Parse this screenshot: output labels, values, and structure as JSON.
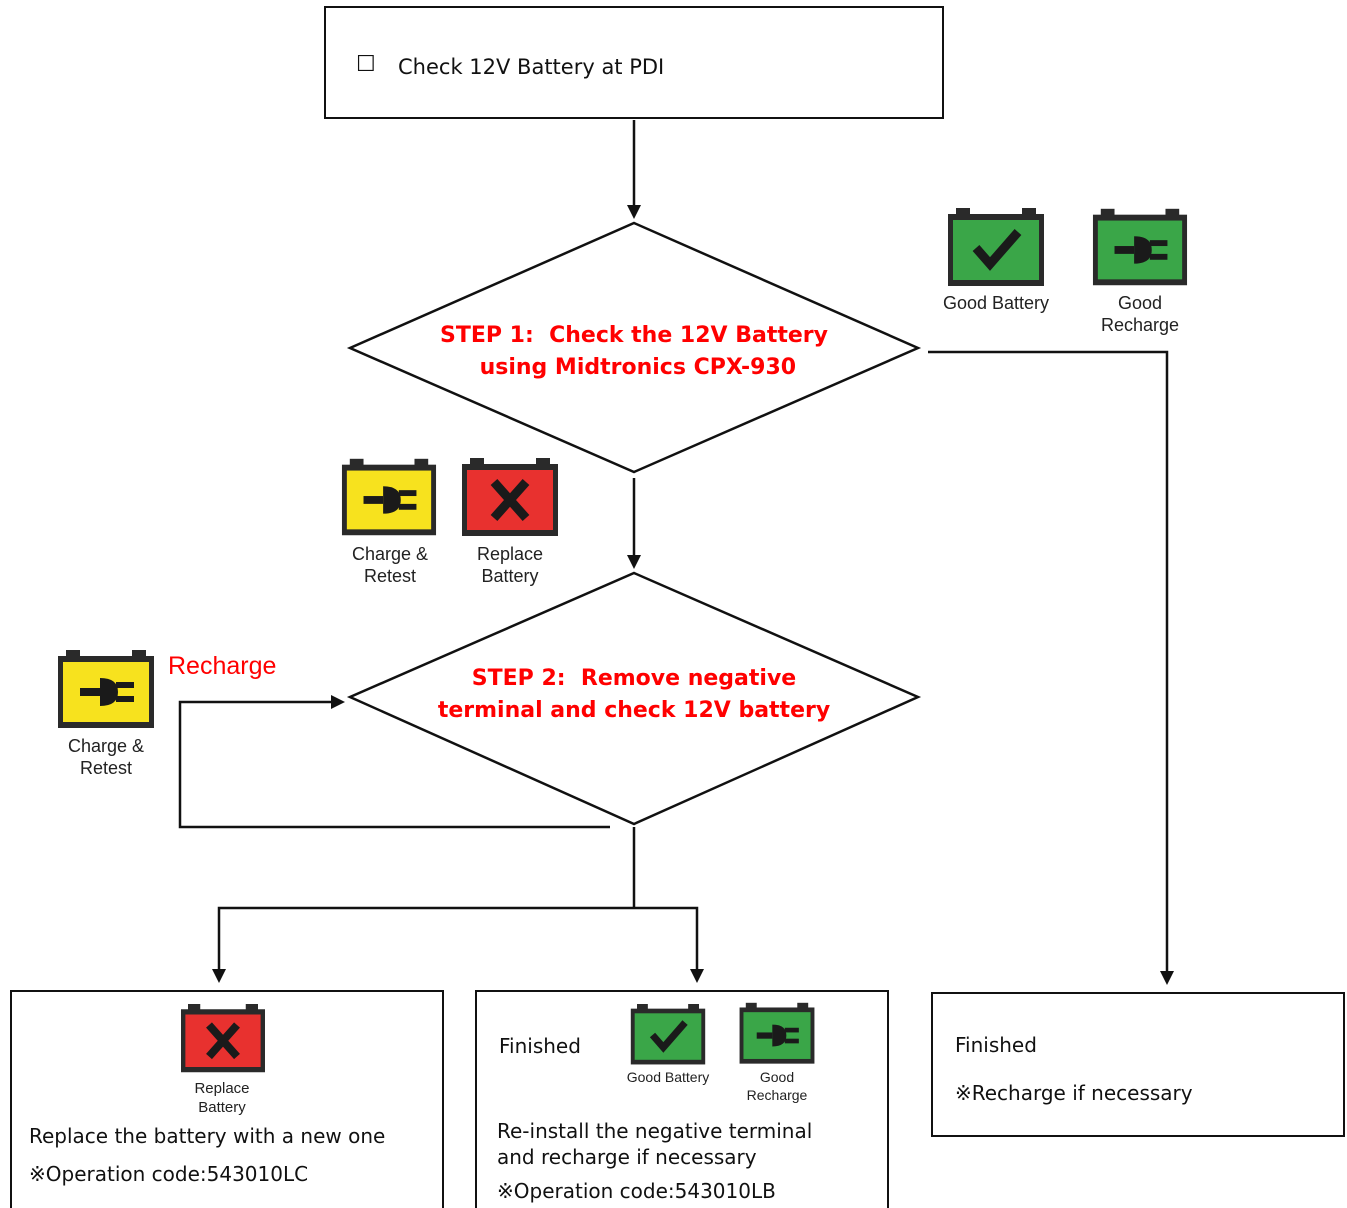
{
  "start": {
    "checkbox": "☐",
    "label": "Check 12V Battery at PDI"
  },
  "step1": {
    "text": "STEP 1:  Check the 12V Battery\n using Midtronics CPX-930"
  },
  "step2": {
    "text": "STEP 2:  Remove negative\nterminal and check 12V battery"
  },
  "loop_label": "Recharge",
  "icons": {
    "good_battery": "Good Battery",
    "good_recharge": "Good\nRecharge",
    "charge_retest": "Charge &\nRetest",
    "replace_battery": "Replace\nBattery"
  },
  "outcome_replace": {
    "line1": "Replace the battery with a new one",
    "line2": "※Operation code:543010LC"
  },
  "outcome_reinstall": {
    "finished": "Finished",
    "line1": "Re-install the negative terminal",
    "line2": "and recharge if necessary",
    "line3": "※Operation code:543010LB"
  },
  "outcome_finished": {
    "finished": "Finished",
    "note": "※Recharge if necessary"
  },
  "colors": {
    "good": "#3aa648",
    "charge": "#f7e21e",
    "replace": "#e8312f",
    "battery_frame": "#2a2a2a",
    "step_text": "#ff0000"
  }
}
